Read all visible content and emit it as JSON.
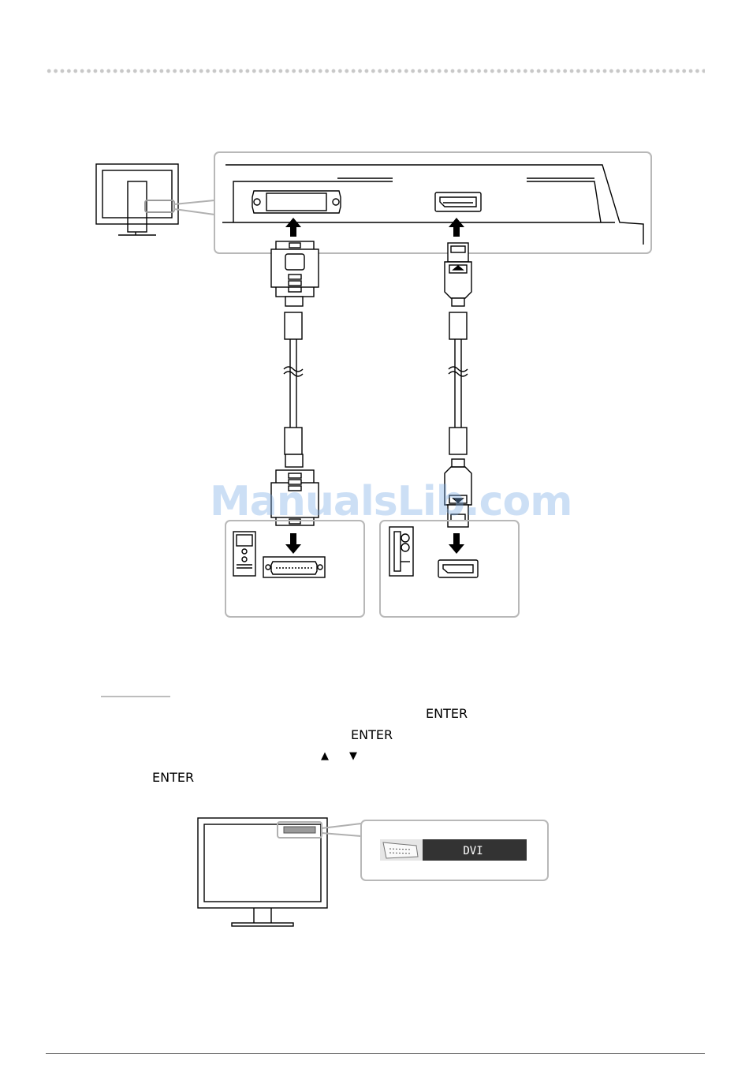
{
  "instructions": {
    "enter_1": "ENTER",
    "enter_2": "ENTER",
    "up_glyph": "▲",
    "down_glyph": "▼",
    "enter_3": "ENTER"
  },
  "osd": {
    "input_signal_label": "DVI"
  },
  "watermark": {
    "text": "ManualsLib.com"
  },
  "icons": {
    "monitor": "monitor-icon",
    "pc_tower": "pc-tower-icon",
    "dvi_port": "dvi-port-icon",
    "displayport_port": "displayport-port-icon",
    "dvi_cable": "dvi-cable-icon",
    "displayport_cable": "displayport-cable-icon",
    "arrow": "arrow-icon"
  }
}
